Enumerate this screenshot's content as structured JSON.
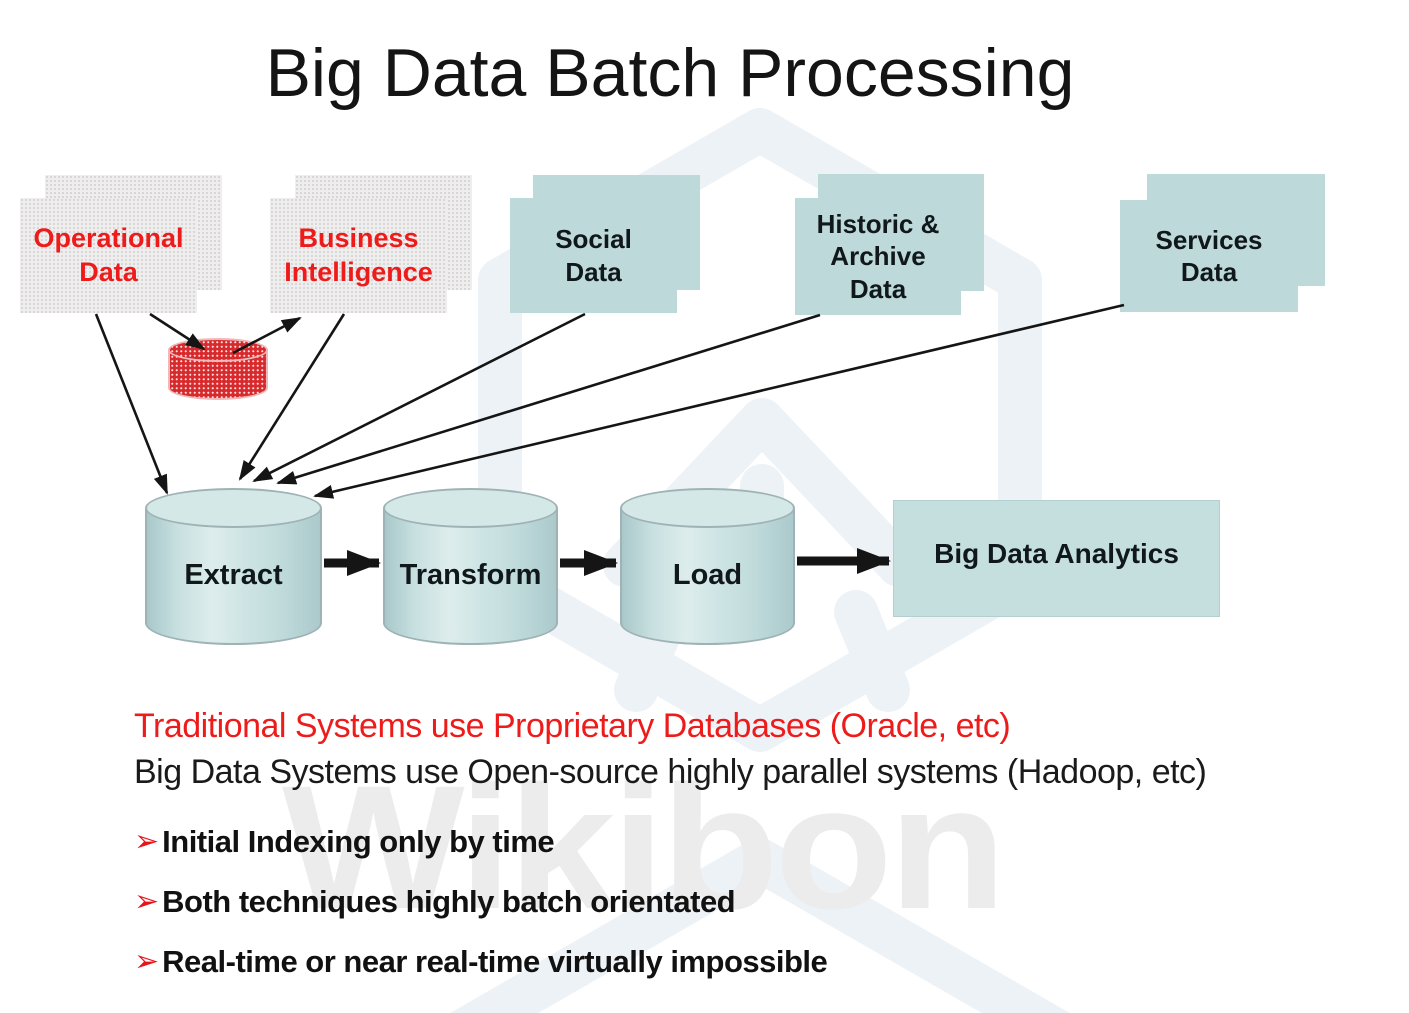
{
  "title": "Big Data Batch Processing",
  "sources": [
    {
      "label": "Operational\nData",
      "style": "dotted-gray-red"
    },
    {
      "label": "Business\nIntelligence",
      "style": "dotted-gray-red"
    },
    {
      "label": "Social\nData",
      "style": "teal"
    },
    {
      "label": "Historic &\nArchive\nData",
      "style": "teal"
    },
    {
      "label": "Services\nData",
      "style": "teal"
    }
  ],
  "database_icon": "red-dotted-cylinder",
  "pipeline": {
    "stages": [
      {
        "label": "Extract"
      },
      {
        "label": "Transform"
      },
      {
        "label": "Load"
      }
    ],
    "sink": {
      "label": "Big Data Analytics"
    }
  },
  "notes": {
    "line1": "Traditional Systems use Proprietary Databases (Oracle, etc)",
    "line2": "Big Data Systems use Open-source highly parallel systems (Hadoop, etc)"
  },
  "bullets": [
    {
      "glyph": "➢",
      "text": "Initial Indexing only by time"
    },
    {
      "glyph": "➢",
      "text": "Both techniques highly batch orientated"
    },
    {
      "glyph": "➢",
      "text": "Real-time or near real-time virtually impossible"
    }
  ],
  "watermark": {
    "text": "Wikibon"
  },
  "colors": {
    "accent_red": "#ee1b1b",
    "box_teal": "#bed9d9",
    "cylinder_teal": "#cde4e4",
    "db_red": "#d8292c",
    "arrow_black": "#151515",
    "watermark_gray": "#ececec",
    "watermark_blue": "#edf2f7"
  }
}
